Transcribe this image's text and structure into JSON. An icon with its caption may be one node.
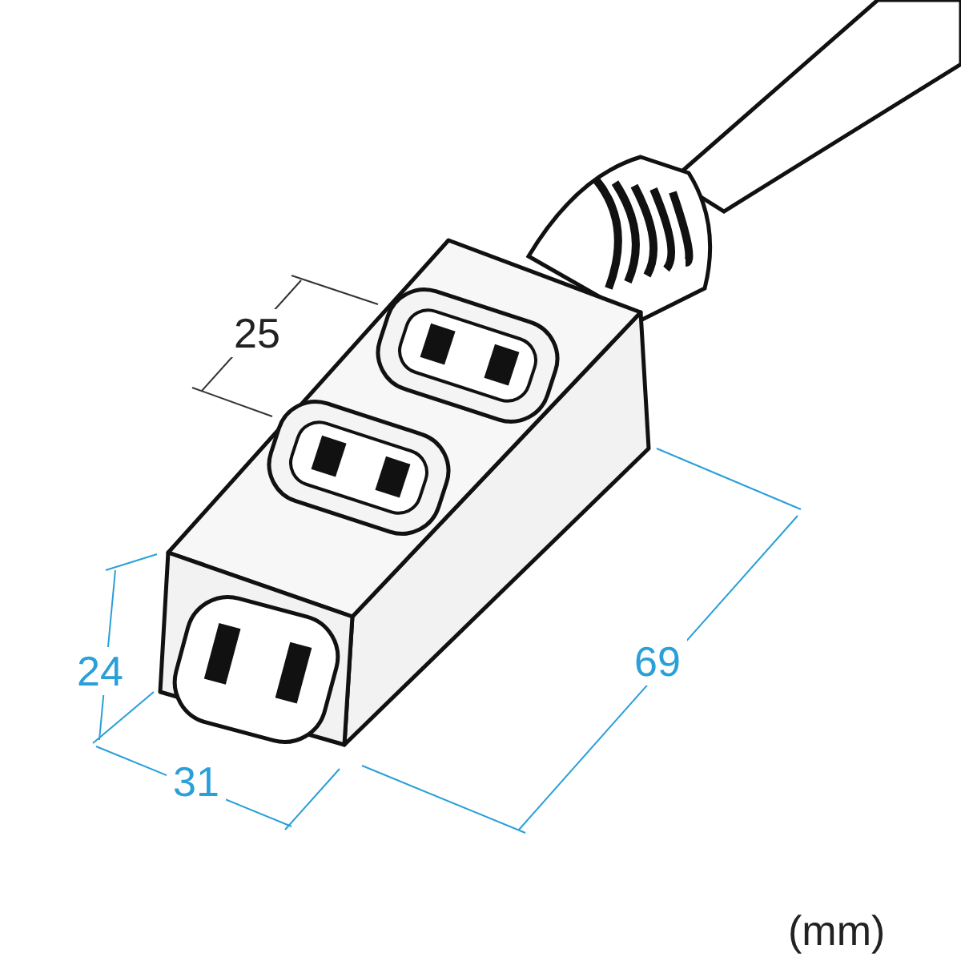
{
  "diagram": {
    "labels": [
      "25",
      "24",
      "31",
      "69",
      "(mm)"
    ]
  }
}
